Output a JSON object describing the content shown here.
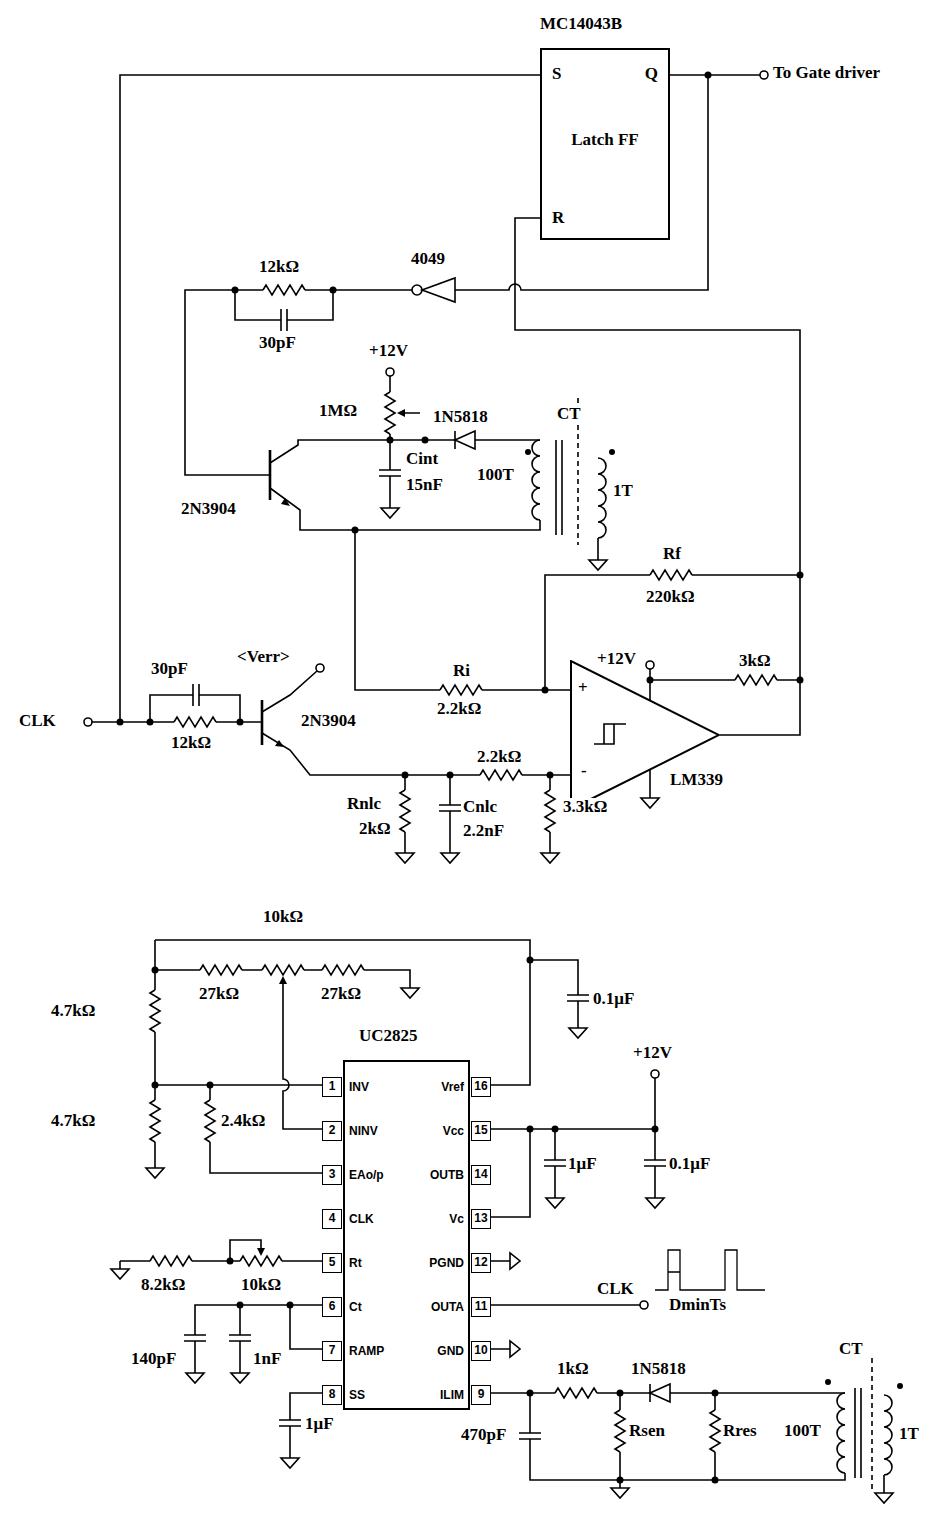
{
  "diagram": {
    "nodes": [
      {
        "text": [
          "MC14043B",
          "S",
          "Q",
          "Latch FF",
          "R"
        ]
      },
      {
        "text": [
          "UC2825",
          "1",
          "INV",
          "Vref",
          "16",
          "2",
          "NINV",
          "Vcc",
          "15",
          "3",
          "EAo/p",
          "OUTB",
          "14",
          "4",
          "CLK",
          "Vc",
          "13",
          "5",
          "Rt",
          "PGND",
          "12",
          "6",
          "Ct",
          "OUTA",
          "11",
          "7",
          "RAMP",
          "GND",
          "10",
          "8",
          "SS",
          "ILIM",
          "9"
        ]
      },
      {
        "text": [
          "+",
          "-",
          "LM339"
        ]
      }
    ],
    "edges": [
      {
        "from": 2,
        "to": 0,
        "arrow": "none"
      }
    ],
    "labels": [
      "To Gate driver",
      "4049",
      "12kΩ",
      "30pF",
      "+12V",
      "1MΩ",
      "1N5818",
      "CT",
      "Cint",
      "100T",
      "1T",
      "15nF",
      "2N3904",
      "Rf",
      "220kΩ",
      "30pF",
      "<Verr>",
      "CLK",
      "12kΩ",
      "2N3904",
      "Ri",
      "2.2kΩ",
      "+12V",
      "3kΩ",
      "2.2kΩ",
      "3.3kΩ",
      "Rnlc",
      "2kΩ",
      "Cnlc",
      "2.2nF",
      "10kΩ",
      "27kΩ",
      "27kΩ",
      "0.1μF",
      "4.7kΩ",
      "4.7kΩ",
      "2.4kΩ",
      "+12V",
      "1μF",
      "0.1μF",
      "8.2kΩ",
      "10kΩ",
      "CLK",
      "DminTs",
      "140pF",
      "1nF",
      "1μF",
      "1kΩ",
      "1N5818",
      "470pF",
      "Rsen",
      "Rres",
      "100T",
      "CT",
      "1T"
    ]
  }
}
